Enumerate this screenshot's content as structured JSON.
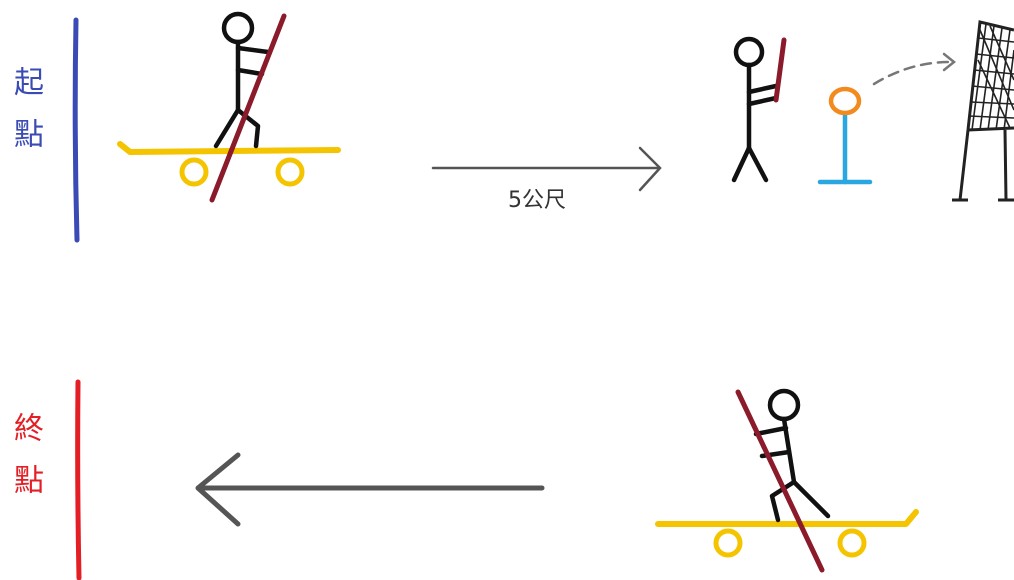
{
  "start": {
    "label": "起點",
    "color": "#3a4bb5"
  },
  "finish": {
    "label": "終點",
    "color": "#e31e24"
  },
  "distance": {
    "label": "5公尺"
  },
  "colors": {
    "skateboard": "#f5c400",
    "pole": "#8b1a2b",
    "stand": "#2aa7e0",
    "ring": "#f28a1e",
    "figure": "#111111",
    "arrow": "#555555",
    "dash": "#777777",
    "net": "#222222"
  }
}
